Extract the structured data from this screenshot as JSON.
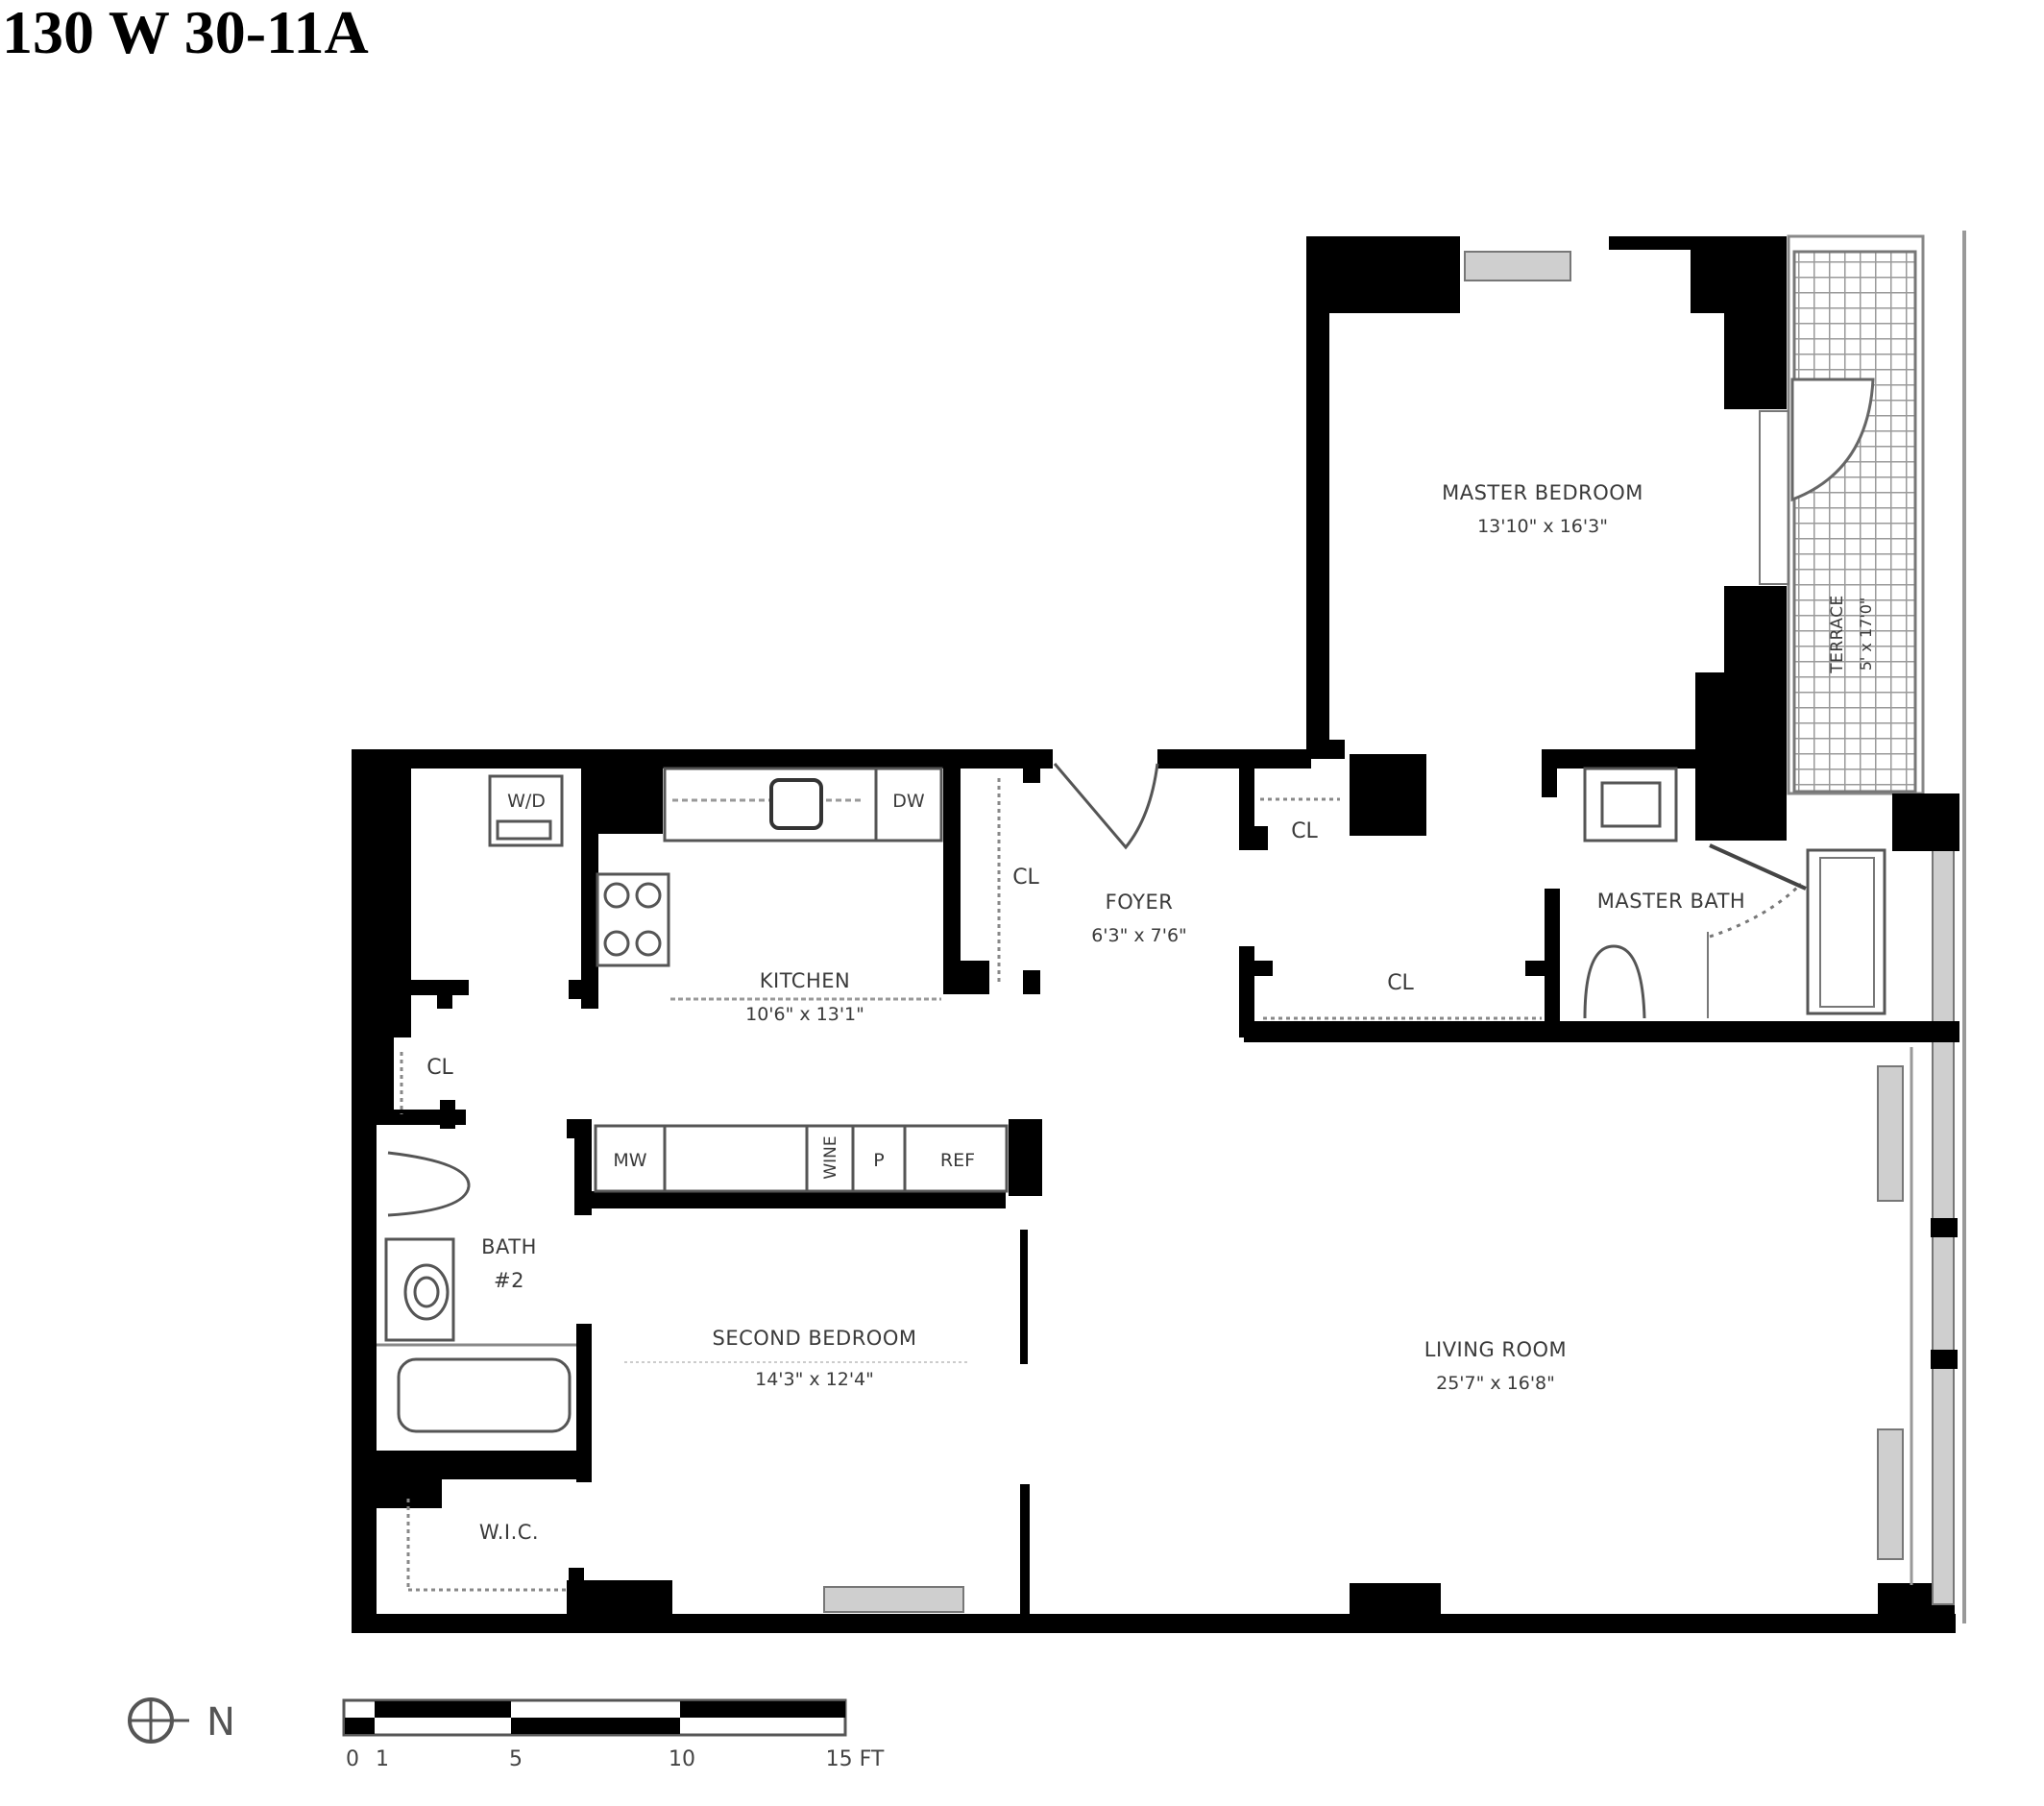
{
  "header": {
    "title": "130 W 30-11A"
  },
  "rooms": {
    "master_bedroom": {
      "name": "MASTER BEDROOM",
      "dims": "13'10\" x 16'3\""
    },
    "terrace": {
      "name": "TERRACE",
      "dims": "5' x 17'0\""
    },
    "kitchen": {
      "name": "KITCHEN",
      "dims": "10'6\" x 13'1\""
    },
    "foyer": {
      "name": "FOYER",
      "dims": "6'3\" x 7'6\""
    },
    "master_bath": {
      "name": "MASTER BATH"
    },
    "bath2": {
      "name": "BATH",
      "number": "#2"
    },
    "second_bedroom": {
      "name": "SECOND BEDROOM",
      "dims": "14'3\" x 12'4\""
    },
    "living_room": {
      "name": "LIVING ROOM",
      "dims": "25'7\" x 16'8\""
    },
    "wic": {
      "name": "W.I.C."
    }
  },
  "closets": {
    "foyer_closet": "CL",
    "hall_closet_upper": "CL",
    "hall_closet_lower": "CL",
    "bath_closet": "CL"
  },
  "appliances": {
    "washer_dryer": "W/D",
    "dishwasher": "DW",
    "microwave": "MW",
    "wine": "WINE",
    "pantry": "P",
    "refrigerator": "REF"
  },
  "compass": {
    "label": "N"
  },
  "scale_bar": {
    "ticks": [
      "0",
      "1",
      "5",
      "10",
      "15 FT"
    ]
  }
}
